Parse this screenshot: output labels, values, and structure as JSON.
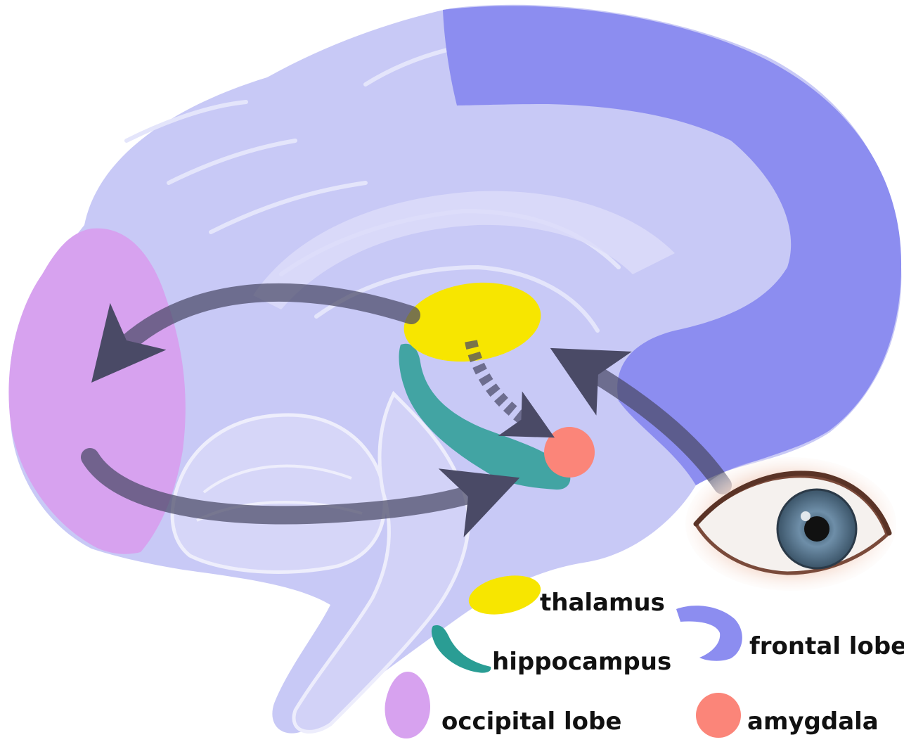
{
  "regions": {
    "thalamus": {
      "color": "#f7e600"
    },
    "hippocampus": {
      "color": "#2a9d94"
    },
    "occipital_lobe": {
      "color": "#d7a2ef"
    },
    "frontal_lobe": {
      "color": "#8c8df0"
    },
    "amygdala": {
      "color": "#fb8579"
    },
    "brain_base": {
      "color": "#c8c9f6"
    }
  },
  "arrows": {
    "color": "#4a4a66",
    "flows": [
      {
        "from": "eye",
        "to": "thalamus",
        "style": "solid"
      },
      {
        "from": "thalamus",
        "to": "occipital lobe",
        "style": "solid"
      },
      {
        "from": "occipital lobe",
        "to": "amygdala",
        "style": "solid"
      },
      {
        "from": "thalamus",
        "to": "amygdala",
        "style": "dashed"
      }
    ]
  },
  "eye": {
    "icon": "eye-icon",
    "iris_color": "#6e8ea8"
  },
  "legend": {
    "thalamus": "thalamus",
    "frontal_lobe": "frontal lobe",
    "hippocampus": "hippocampus",
    "occipital_lobe": "occipital lobe",
    "amygdala": "amygdala"
  }
}
